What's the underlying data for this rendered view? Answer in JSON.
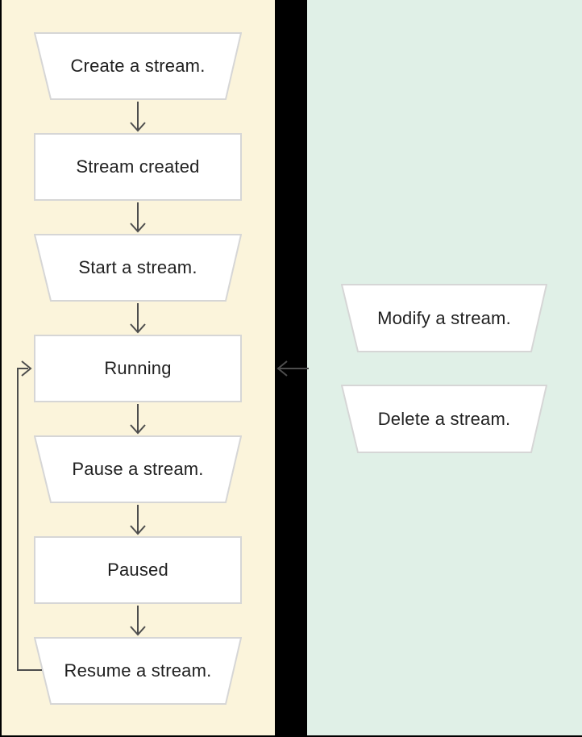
{
  "diagram": {
    "description": "Stream lifecycle flowchart",
    "left_flow": {
      "nodes": [
        {
          "label": "Create a stream.",
          "shape": "trapezoid"
        },
        {
          "label": "Stream created",
          "shape": "rect"
        },
        {
          "label": "Start a stream.",
          "shape": "trapezoid"
        },
        {
          "label": "Running",
          "shape": "rect"
        },
        {
          "label": "Pause a stream.",
          "shape": "trapezoid"
        },
        {
          "label": "Paused",
          "shape": "rect"
        },
        {
          "label": "Resume a stream.",
          "shape": "trapezoid"
        }
      ],
      "connections": [
        "Create a stream. -> Stream created",
        "Stream created -> Start a stream.",
        "Start a stream. -> Running",
        "Running -> Pause a stream.",
        "Pause a stream. -> Paused",
        "Paused -> Resume a stream.",
        "Resume a stream. -> Running (loop back)"
      ]
    },
    "right_actions": {
      "nodes": [
        {
          "label": "Modify a stream.",
          "shape": "trapezoid"
        },
        {
          "label": "Delete a stream.",
          "shape": "trapezoid"
        }
      ],
      "connections": [
        "actions -> Running (arrow pointing left across gap)"
      ]
    },
    "colors": {
      "left_panel_bg": "#fbf4db",
      "right_panel_bg": "#e0f0e7",
      "separator_bg": "#000000",
      "node_fill": "#ffffff",
      "node_border": "#d6d6d6",
      "connector": "#4d4d4d",
      "text": "#212121"
    }
  }
}
